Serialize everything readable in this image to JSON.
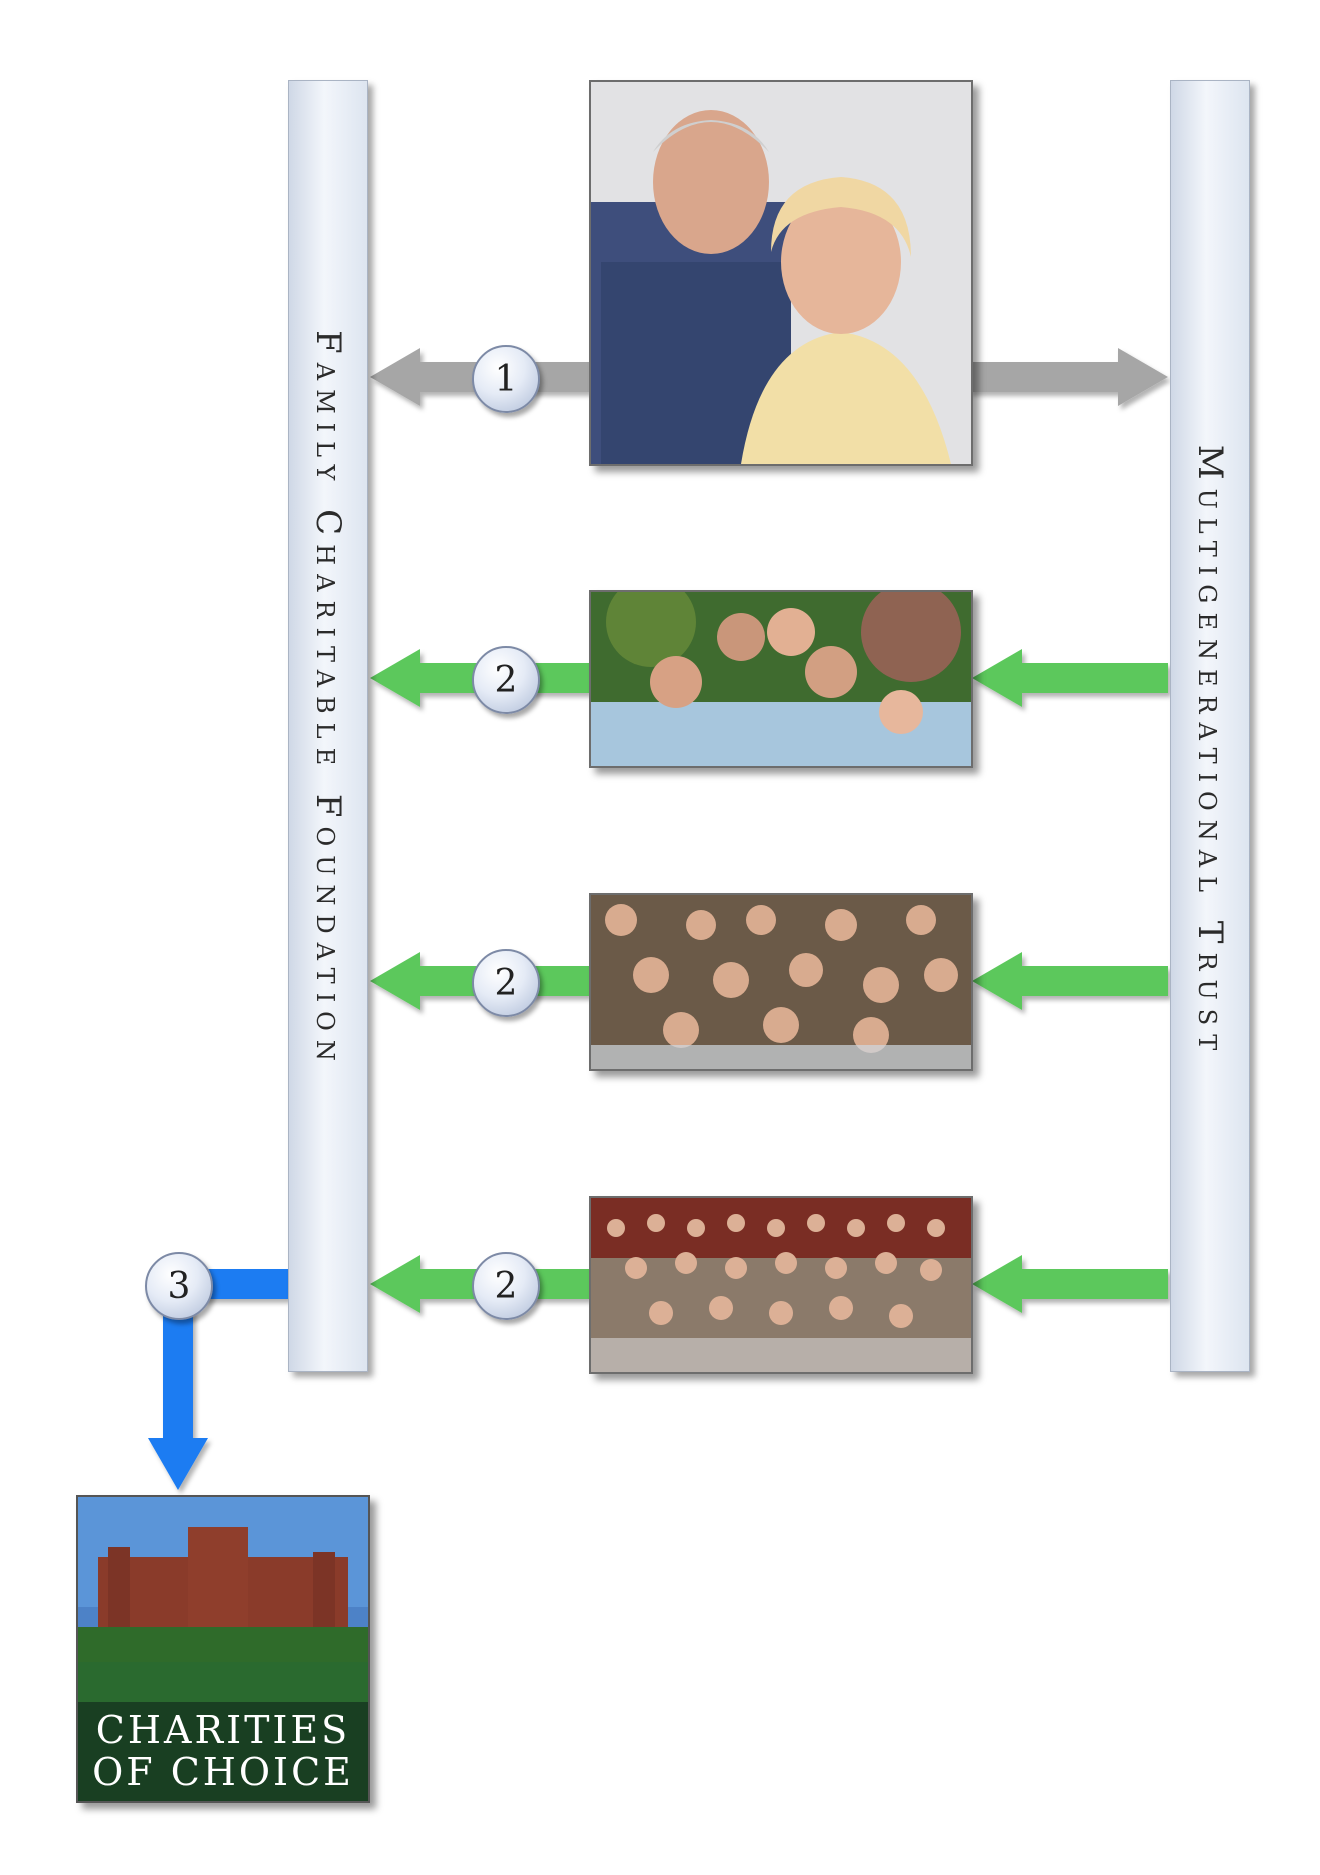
{
  "left_bar": {
    "label": "Family Charitable Foundation"
  },
  "right_bar": {
    "label": "Multigenerational Trust"
  },
  "badges": {
    "one": "1",
    "two": "2",
    "three": "3"
  },
  "charity": {
    "line1": "CHARITIES",
    "line2": "OF CHOICE"
  },
  "colors": {
    "arrow_gray": "#a6a6a6",
    "arrow_green": "#5cc85c",
    "arrow_blue": "#1a7cf2",
    "bar_fill": "#e6ebf3"
  }
}
